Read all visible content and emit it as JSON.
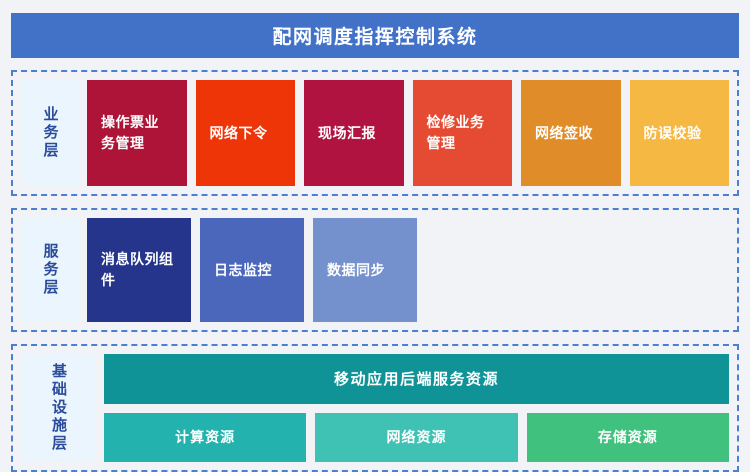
{
  "header": {
    "title": "配网调度指挥控制系统",
    "background_color": "#4272C8",
    "text_color": "#FFFFFF"
  },
  "page": {
    "background_color": "#F1F3F6",
    "layer_border_color": "#4A7FD4",
    "layer_label_background": "#EAF5FE",
    "layer_label_text_color": "#2B4C9B"
  },
  "layers": [
    {
      "label": "业务层",
      "name": "business-layer",
      "cards": [
        {
          "label": "操作票业务管理",
          "color": "#AE1438"
        },
        {
          "label": "网络下令",
          "color": "#EE3508"
        },
        {
          "label": "现场汇报",
          "color": "#B01340"
        },
        {
          "label": "检修业务管理",
          "color": "#E54B33"
        },
        {
          "label": "网络签收",
          "color": "#E08C28"
        },
        {
          "label": "防误校验",
          "color": "#F5B943"
        }
      ]
    },
    {
      "label": "服务层",
      "name": "service-layer",
      "cards": [
        {
          "label": "消息队列组件",
          "color": "#26358C"
        },
        {
          "label": "日志监控",
          "color": "#4A67BC"
        },
        {
          "label": "数据同步",
          "color": "#7491CE"
        }
      ]
    },
    {
      "label": "基础设施层",
      "name": "infrastructure-layer",
      "band": {
        "label": "移动应用后端服务资源",
        "color": "#0F9396"
      },
      "cards": [
        {
          "label": "计算资源",
          "color": "#23B2AD"
        },
        {
          "label": "网络资源",
          "color": "#3FC2B4"
        },
        {
          "label": "存储资源",
          "color": "#41C17E"
        }
      ]
    }
  ]
}
